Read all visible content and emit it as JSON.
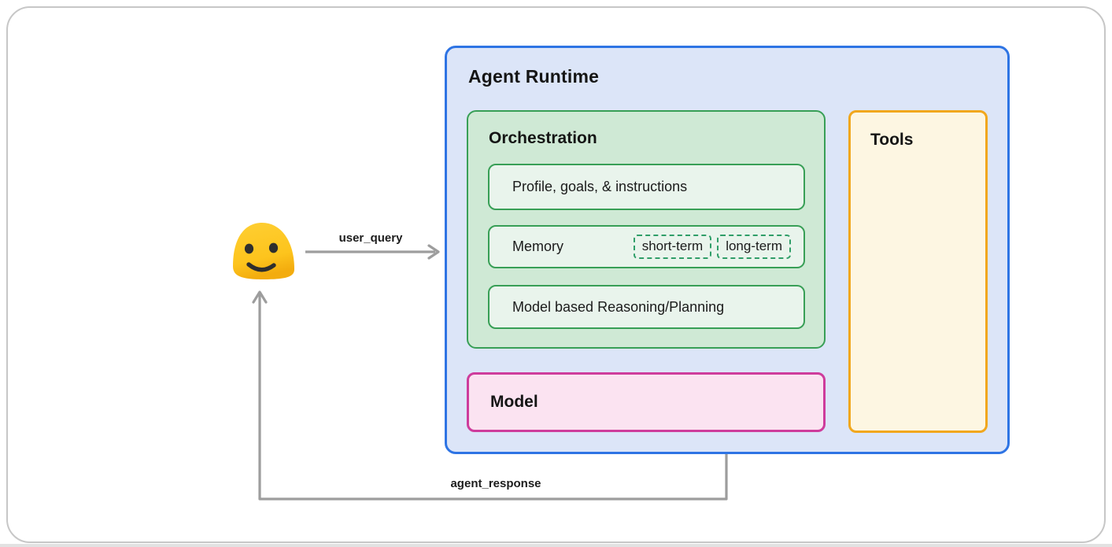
{
  "frame": {
    "background": "#ffffff",
    "border_color": "#c7c7c7"
  },
  "user": {
    "icon": "blob-smiley-emoji",
    "body_color": "#fdc41d",
    "face_color": "#2e2e2e"
  },
  "flows": {
    "user_query_label": "user_query",
    "agent_response_label": "agent_response",
    "arrow_color": "#9d9d9d"
  },
  "agent_runtime": {
    "title": "Agent Runtime",
    "fill": "#dce5f8",
    "border": "#2e74e4",
    "orchestration": {
      "title": "Orchestration",
      "fill": "#cfe9d5",
      "border": "#389f56",
      "rows": [
        {
          "label": "Profile, goals, & instructions"
        },
        {
          "label": "Memory",
          "chips": [
            "short-term",
            "long-term"
          ]
        },
        {
          "label": "Model based Reasoning/Planning"
        }
      ],
      "chip_border": "#2f9e68"
    },
    "model": {
      "title": "Model",
      "fill": "#fbe3f1",
      "border": "#ce3c9c"
    },
    "tools": {
      "title": "Tools",
      "fill": "#fdf6e2",
      "border": "#f1a71d"
    }
  }
}
